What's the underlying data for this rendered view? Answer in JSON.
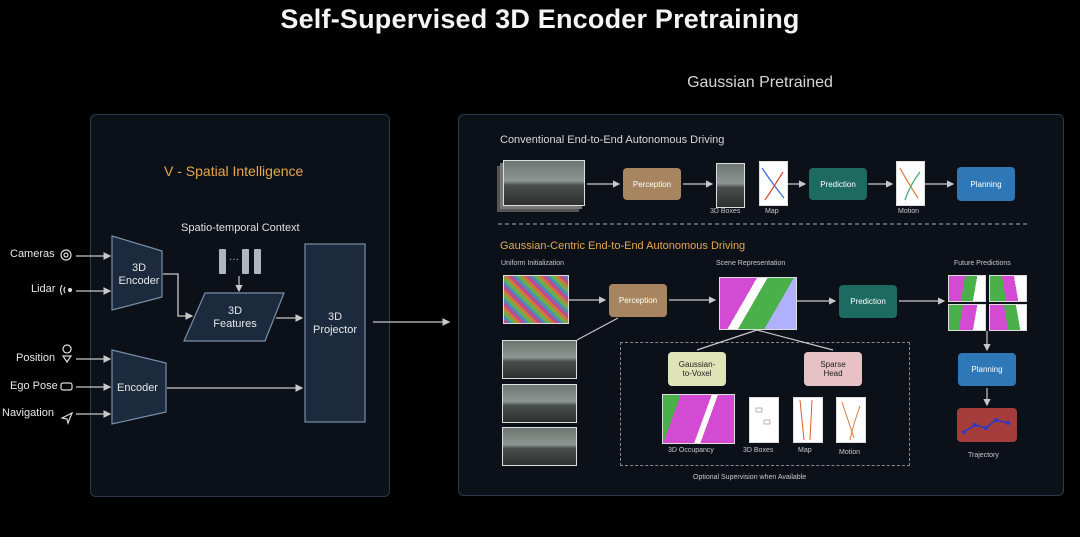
{
  "title": "Self-Supervised 3D Encoder Pretraining",
  "right_caption": "Gaussian Pretrained",
  "left_panel": {
    "heading": "V - Spatial Intelligence",
    "context_label": "Spatio-temporal Context",
    "context_dots": "···",
    "inputs_top": [
      {
        "label": "Cameras",
        "icon": "camera-icon"
      },
      {
        "label": "Lidar",
        "icon": "lidar-icon"
      }
    ],
    "inputs_bottom": [
      {
        "label": "Position",
        "icon": "pin-icon"
      },
      {
        "label": "Ego Pose",
        "icon": "car-icon"
      },
      {
        "label": "Navigation",
        "icon": "navigation-icon"
      }
    ],
    "encoder_3d": "3D Encoder",
    "features_3d": "3D Features",
    "encoder": "Encoder",
    "projector_3d": "3D Projector"
  },
  "right_panel": {
    "conventional": {
      "heading": "Conventional End-to-End Autonomous Driving",
      "perception": "Perception",
      "boxes": "3D Boxes",
      "map": "Map",
      "prediction": "Prediction",
      "motion": "Motion",
      "planning": "Planning"
    },
    "gaussian": {
      "heading": "Gaussian-Centric End-to-End Autonomous Driving",
      "uniform_init": "Uniform Initialization",
      "scene_rep": "Scene Representation",
      "future_pred": "Future Predictions",
      "perception": "Perception",
      "prediction": "Prediction",
      "planning": "Planning",
      "trajectory": "Trajectory",
      "g2v": "Gaussian-to-Voxel",
      "sparse_head": "Sparse Head",
      "occupancy": "3D Occupancy",
      "boxes": "3D Boxes",
      "map": "Map",
      "motion": "Motion",
      "optional": "Optional Supervision when Available"
    }
  },
  "colors": {
    "perception": "#a68560",
    "prediction": "#1c6a60",
    "planning": "#2f78b8",
    "trajectory": "#a33c3a",
    "g2v": "#dfe4b8",
    "sparse_head": "#e6c2c6",
    "heading_orange": "#e8a84a"
  }
}
